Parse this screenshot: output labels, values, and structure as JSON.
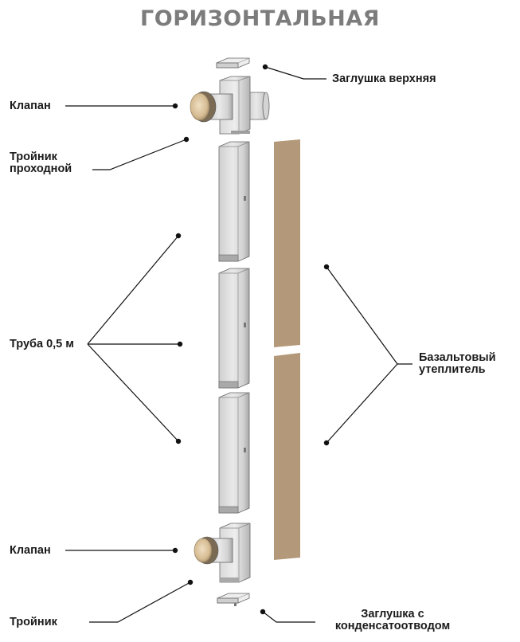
{
  "title": "ГОРИЗОНТАЛЬНАЯ",
  "labels": {
    "top_plug": "Заглушка верхняя",
    "valve_top": "Клапан",
    "tee_pass_line1": "Тройник",
    "tee_pass_line2": "проходной",
    "pipe": "Труба 0,5 м",
    "insulation_line1": "Базальтовый",
    "insulation_line2": "утеплитель",
    "valve_bottom": "Клапан",
    "tee_bottom": "Тройник",
    "bottom_plug_line1": "Заглушка с",
    "bottom_plug_line2": "конденсатоотводом"
  },
  "colors": {
    "insulation": "#b39979",
    "metal_light": "#e6e6e6",
    "metal_mid": "#c9c9c9",
    "metal_dark": "#8e8e8e",
    "valve_face": "#d7bf98",
    "outline": "#555555",
    "leader": "#111111",
    "title": "#7c7c7c"
  }
}
